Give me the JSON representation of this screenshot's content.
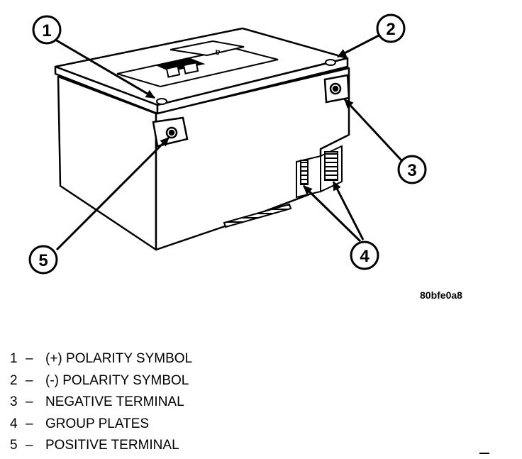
{
  "figure": {
    "callouts": [
      {
        "id": "1",
        "label": "1"
      },
      {
        "id": "2",
        "label": "2"
      },
      {
        "id": "3",
        "label": "3"
      },
      {
        "id": "4",
        "label": "4"
      },
      {
        "id": "5",
        "label": "5"
      }
    ],
    "reference_code": "80bfe0a8"
  },
  "legend": [
    {
      "num": "1",
      "sep": "–",
      "text": "(+) POLARITY SYMBOL"
    },
    {
      "num": "2",
      "sep": "–",
      "text": "(-) POLARITY SYMBOL"
    },
    {
      "num": "3",
      "sep": "–",
      "text": "NEGATIVE TERMINAL"
    },
    {
      "num": "4",
      "sep": "–",
      "text": "GROUP PLATES"
    },
    {
      "num": "5",
      "sep": "–",
      "text": "POSITIVE TERMINAL"
    }
  ]
}
